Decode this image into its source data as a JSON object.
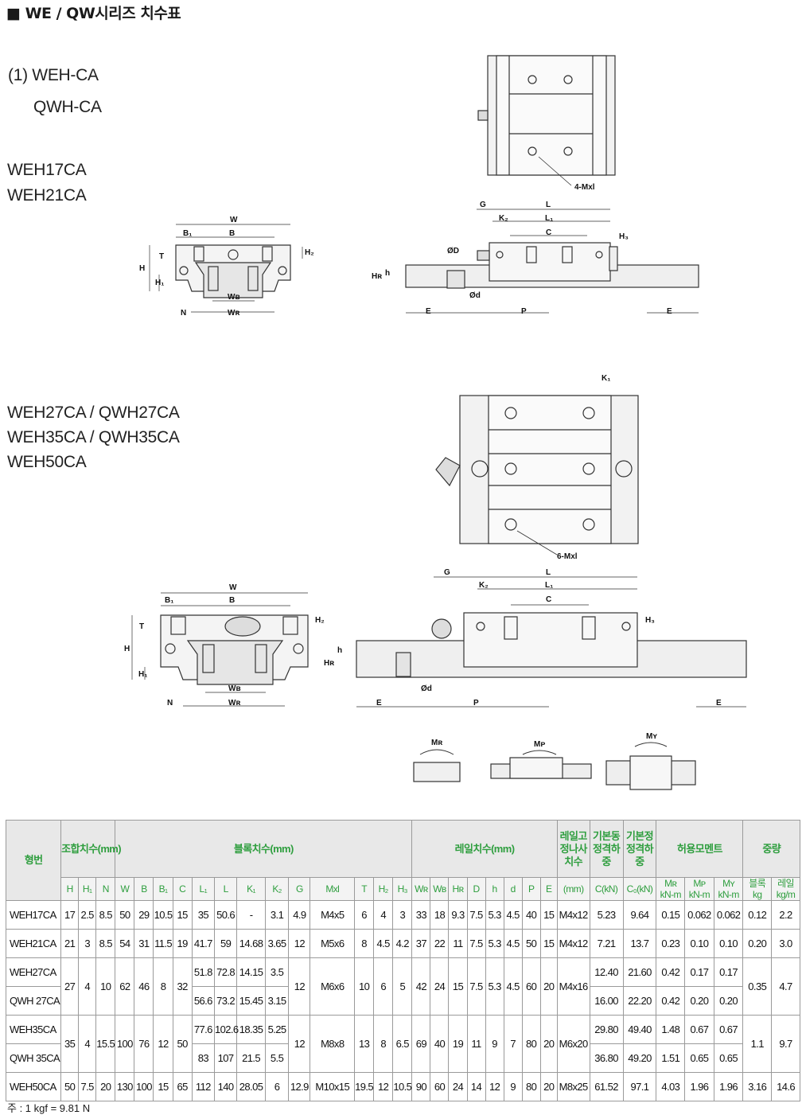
{
  "title": "■ WE / QW시리즈 치수표",
  "section1": {
    "label_line1": "(1) WEH-CA",
    "label_line2": "QWH-CA"
  },
  "group1": [
    "WEH17CA",
    "WEH21CA"
  ],
  "group2": [
    "WEH27CA / QWH27CA",
    "WEH35CA / QWH35CA",
    "WEH50CA"
  ],
  "dims": {
    "W": "W",
    "B1": "B₁",
    "B": "B",
    "H": "H",
    "H1": "H₁",
    "H2": "H₂",
    "H3": "H₃",
    "HR": "Hʀ",
    "T": "T",
    "N": "N",
    "WB": "Wʙ",
    "WR": "Wʀ",
    "G": "G",
    "L": "L",
    "K1": "K₁",
    "K2": "K₂",
    "L1": "L₁",
    "C": "C",
    "OD": "ØD",
    "od": "Ød",
    "h": "h",
    "E": "E",
    "P": "P",
    "mxl4": "4-Mxl",
    "mxl6": "6-Mxl",
    "MR": "Mʀ",
    "MP": "Mᴘ",
    "MY": "Mʏ"
  },
  "table": {
    "h_model": "형번",
    "h_combo": "조합치수(mm)",
    "h_block": "블록치수(mm)",
    "h_rail": "레일치수(mm)",
    "h_bolt": "레일고정나사치수",
    "h_dyn": "기본동정격하중",
    "h_sta": "기본정정격하중",
    "h_moment": "허용모멘트",
    "h_weight": "중량",
    "sub": [
      "H",
      "H₁",
      "N",
      "W",
      "B",
      "B₁",
      "C",
      "L₁",
      "L",
      "K₁",
      "K₂",
      "G",
      "Mxl",
      "T",
      "H₂",
      "H₃",
      "Wʀ",
      "Wʙ",
      "Hʀ",
      "D",
      "h",
      "d",
      "P",
      "E",
      "(mm)",
      "C(kN)",
      "C₀(kN)"
    ],
    "moment_sub": [
      {
        "sym": "Mʀ",
        "unit": "kN-m"
      },
      {
        "sym": "Mᴘ",
        "unit": "kN-m"
      },
      {
        "sym": "Mʏ",
        "unit": "kN-m"
      }
    ],
    "weight_sub": [
      {
        "sym": "블록",
        "unit": "kg"
      },
      {
        "sym": "레일",
        "unit": "kg/m"
      }
    ],
    "r17": [
      "WEH17CA",
      "17",
      "2.5",
      "8.5",
      "50",
      "29",
      "10.5",
      "15",
      "35",
      "50.6",
      "-",
      "3.1",
      "4.9",
      "M4x5",
      "6",
      "4",
      "3",
      "33",
      "18",
      "9.3",
      "7.5",
      "5.3",
      "4.5",
      "40",
      "15",
      "M4x12",
      "5.23",
      "9.64",
      "0.15",
      "0.062",
      "0.062",
      "0.12",
      "2.2"
    ],
    "r21": [
      "WEH21CA",
      "21",
      "3",
      "8.5",
      "54",
      "31",
      "11.5",
      "19",
      "41.7",
      "59",
      "14.68",
      "3.65",
      "12",
      "M5x6",
      "8",
      "4.5",
      "4.2",
      "37",
      "22",
      "11",
      "7.5",
      "5.3",
      "4.5",
      "50",
      "15",
      "M4x12",
      "7.21",
      "13.7",
      "0.23",
      "0.10",
      "0.10",
      "0.20",
      "3.0"
    ],
    "g27": {
      "m1": "WEH27CA",
      "m2": "QWH 27CA",
      "H": "27",
      "H1": "4",
      "N": "10",
      "W": "62",
      "B": "46",
      "B1": "8",
      "C": "32",
      "a": [
        "51.8",
        "72.8",
        "14.15",
        "3.5"
      ],
      "b": [
        "56.6",
        "73.2",
        "15.45",
        "3.15"
      ],
      "G": "12",
      "Mxl": "M6x6",
      "T": "10",
      "H2": "6",
      "H3": "5",
      "rail": [
        "42",
        "24",
        "15",
        "7.5",
        "5.3",
        "4.5",
        "60",
        "20",
        "M4x16"
      ],
      "ra": [
        "12.40",
        "21.60",
        "0.42",
        "0.17",
        "0.17"
      ],
      "rb": [
        "16.00",
        "22.20",
        "0.42",
        "0.20",
        "0.20"
      ],
      "wb": "0.35",
      "wr": "4.7"
    },
    "g35": {
      "m1": "WEH35CA",
      "m2": "QWH 35CA",
      "H": "35",
      "H1": "4",
      "N": "15.5",
      "W": "100",
      "B": "76",
      "B1": "12",
      "C": "50",
      "a": [
        "77.6",
        "102.6",
        "18.35",
        "5.25"
      ],
      "b": [
        "83",
        "107",
        "21.5",
        "5.5"
      ],
      "G": "12",
      "Mxl": "M8x8",
      "T": "13",
      "H2": "8",
      "H3": "6.5",
      "rail": [
        "69",
        "40",
        "19",
        "11",
        "9",
        "7",
        "80",
        "20",
        "M6x20"
      ],
      "ra": [
        "29.80",
        "49.40",
        "1.48",
        "0.67",
        "0.67"
      ],
      "rb": [
        "36.80",
        "49.20",
        "1.51",
        "0.65",
        "0.65"
      ],
      "wb": "1.1",
      "wr": "9.7"
    },
    "r50": [
      "WEH50CA",
      "50",
      "7.5",
      "20",
      "130",
      "100",
      "15",
      "65",
      "112",
      "140",
      "28.05",
      "6",
      "12.9",
      "M10x15",
      "19.5",
      "12",
      "10.5",
      "90",
      "60",
      "24",
      "14",
      "12",
      "9",
      "80",
      "20",
      "M8x25",
      "61.52",
      "97.1",
      "4.03",
      "1.96",
      "1.96",
      "3.16",
      "14.6"
    ]
  },
  "footnote": "주 : 1 kgf = 9.81 N"
}
